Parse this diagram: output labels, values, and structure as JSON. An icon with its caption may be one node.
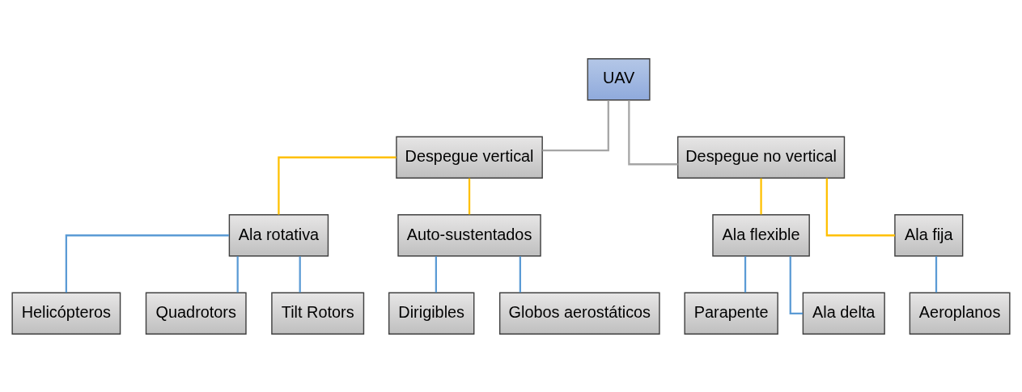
{
  "diagram": {
    "nodes": [
      {
        "text": [
          "UAV"
        ]
      },
      {
        "text": [
          "Despegue vertical"
        ]
      },
      {
        "text": [
          "Despegue no vertical"
        ]
      },
      {
        "text": [
          "Ala rotativa"
        ]
      },
      {
        "text": [
          "Auto-sustentados"
        ]
      },
      {
        "text": [
          "Ala flexible"
        ]
      },
      {
        "text": [
          "Ala fija"
        ]
      },
      {
        "text": [
          "Helicópteros"
        ]
      },
      {
        "text": [
          "Quadrotors"
        ]
      },
      {
        "text": [
          "Tilt Rotors"
        ]
      },
      {
        "text": [
          "Dirigibles"
        ]
      },
      {
        "text": [
          "Globos aerostáticos"
        ]
      },
      {
        "text": [
          "Parapente"
        ]
      },
      {
        "text": [
          "Ala delta"
        ]
      },
      {
        "text": [
          "Aeroplanos"
        ]
      }
    ],
    "edges": [
      {
        "from": 0,
        "to": 1,
        "arrow": "none",
        "color": "#a5a5a5"
      },
      {
        "from": 0,
        "to": 2,
        "arrow": "none",
        "color": "#a5a5a5"
      },
      {
        "from": 1,
        "to": 3,
        "arrow": "none",
        "color": "#ffc000"
      },
      {
        "from": 1,
        "to": 4,
        "arrow": "none",
        "color": "#ffc000"
      },
      {
        "from": 2,
        "to": 5,
        "arrow": "none",
        "color": "#ffc000"
      },
      {
        "from": 2,
        "to": 6,
        "arrow": "none",
        "color": "#ffc000"
      },
      {
        "from": 3,
        "to": 7,
        "arrow": "none"
      },
      {
        "from": 3,
        "to": 8,
        "arrow": "none"
      },
      {
        "from": 3,
        "to": 9,
        "arrow": "none"
      },
      {
        "from": 4,
        "to": 10,
        "arrow": "none"
      },
      {
        "from": 4,
        "to": 11,
        "arrow": "none"
      },
      {
        "from": 5,
        "to": 12,
        "arrow": "none"
      },
      {
        "from": 5,
        "to": 13,
        "arrow": "none"
      },
      {
        "from": 6,
        "to": 14,
        "arrow": "none"
      }
    ]
  }
}
